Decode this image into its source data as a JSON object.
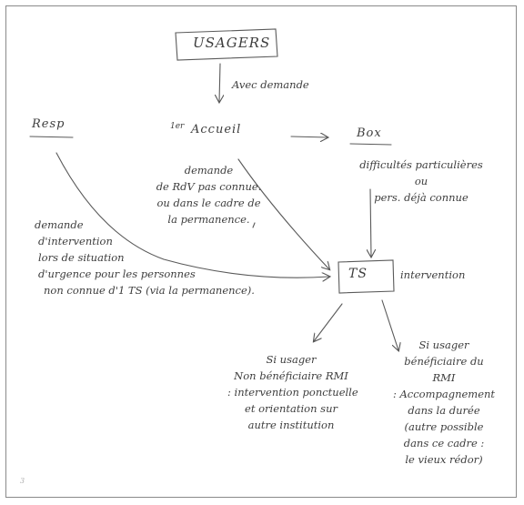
{
  "nodes": {
    "usagers": "USAGERS",
    "avec_demande": "Avec demande",
    "accueil_sup": "1er",
    "accueil": "Accueil",
    "resp": "Resp",
    "box": "Box",
    "ts": "TS",
    "intervention": "intervention"
  },
  "notes": {
    "demande_rdv": [
      "demande",
      "de RdV pas connue.",
      "ou dans le cadre de",
      "la permanence."
    ],
    "difficultes": [
      "difficultés particulières",
      "ou",
      "pers. déjà connue"
    ],
    "demande_intervention": [
      "demande",
      "d'intervention",
      "lors de situation",
      "d'urgence pour les personnes",
      "non connue d'1 TS (via la permanence)."
    ],
    "si_usager_non_beneficiaire": [
      "Si usager",
      "Non bénéficiaire RMI",
      ": intervention ponctuelle",
      "et orientation sur",
      "autre institution"
    ],
    "si_usager_beneficiaire": [
      "Si usager",
      "bénéficiaire du",
      "RMI",
      ": Accompagnement",
      "dans la durée",
      "(autre possible",
      "dans ce cadre :",
      "le vieux rédor)"
    ]
  },
  "page_number": "3"
}
